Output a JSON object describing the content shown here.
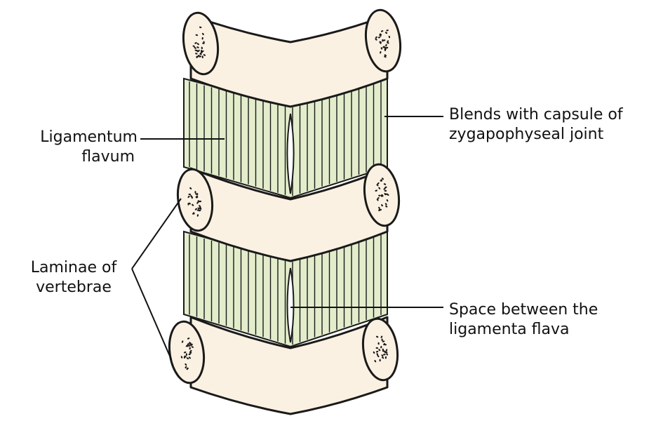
{
  "labels": {
    "ligamentum_flavum": {
      "line1": "Ligamentum",
      "line2": "flavum"
    },
    "blends_with_capsule": {
      "line1": "Blends with capsule of",
      "line2": "zygapophyseal joint"
    },
    "laminae": {
      "line1": "Laminae of",
      "line2": "vertebrae"
    },
    "space_between": {
      "line1": "Space between the",
      "line2": "ligamenta flava"
    }
  },
  "colors": {
    "bone": "#fbf1e2",
    "ligament": "#e3edcc",
    "outline": "#1a1a1a"
  }
}
